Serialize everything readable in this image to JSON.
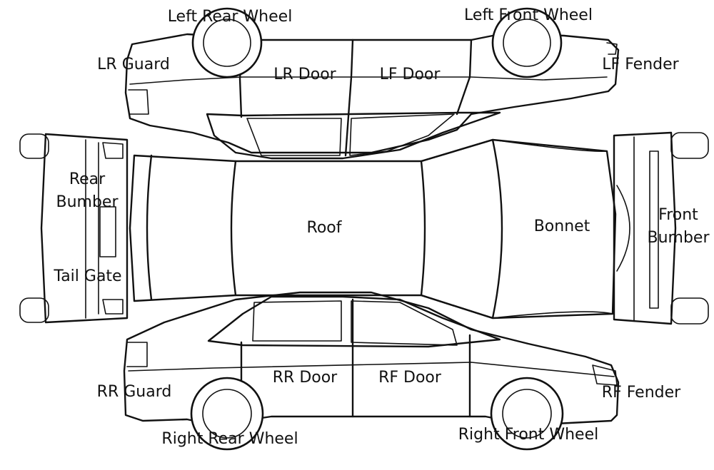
{
  "labels": {
    "left_rear_wheel": "Left Rear Wheel",
    "left_front_wheel": "Left Front Wheel",
    "lr_guard": "LR Guard",
    "lf_fender": "LF Fender",
    "lr_door": "LR Door",
    "lf_door": "LF Door",
    "rear_bumber_line1": "Rear",
    "rear_bumber_line2": "Bumber",
    "tail_gate": "Tail Gate",
    "roof": "Roof",
    "bonnet": "Bonnet",
    "front_bumber_line1": "Front",
    "front_bumber_line2": "Bumber",
    "rr_guard": "RR Guard",
    "rf_fender": "RF Fender",
    "rr_door": "RR Door",
    "rf_door": "RF Door",
    "right_rear_wheel": "Right Rear Wheel",
    "right_front_wheel": "Right Front Wheel"
  },
  "colors": {
    "line": "#111111",
    "background": "#ffffff"
  }
}
